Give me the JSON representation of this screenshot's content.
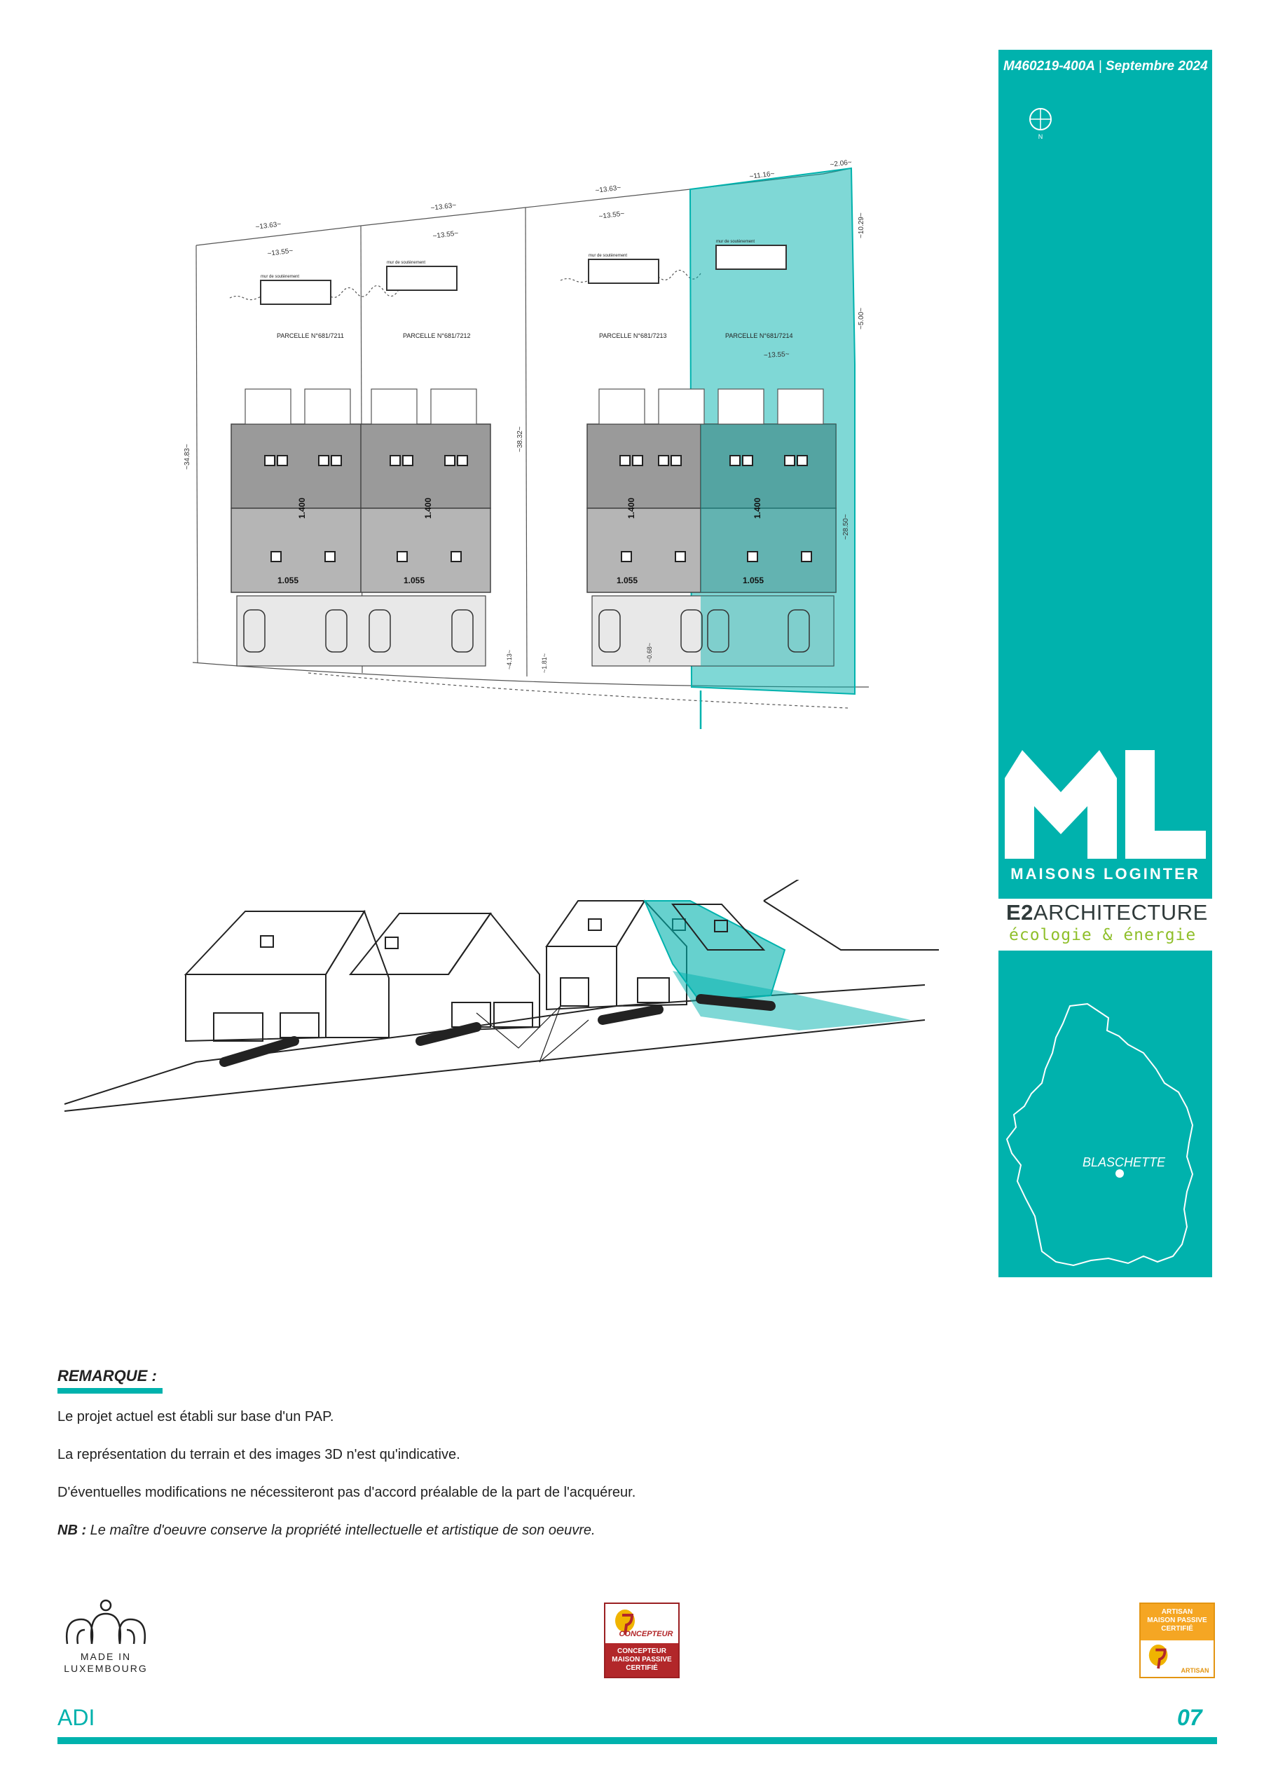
{
  "header": {
    "reference": "M460219-400A",
    "separator": "|",
    "date": "Septembre 2024",
    "compass_label": "N"
  },
  "plan": {
    "parcels": [
      "PARCELLE N°681/7211",
      "PARCELLE N°681/7212",
      "PARCELLE N°681/7213",
      "PARCELLE N°681/7214"
    ],
    "wall_labels": [
      "mur de soutènement",
      "mur de soutènement",
      "mur de soutènement",
      "mur de soutènement"
    ],
    "dimensions_top": [
      "~13.63~",
      "~13.55~",
      "~13.63~",
      "~13.55~",
      "~13.63~",
      "~13.55~",
      "~11.16~",
      "~2.06~"
    ],
    "dimensions_side": [
      "~34.83~",
      "~38.32~",
      "~10.29~",
      "~5.00~",
      "~28.50~"
    ],
    "floor_labels": [
      "1.400",
      "1.400",
      "1.400",
      "1.400",
      "1.055",
      "1.055",
      "1.055",
      "1.055"
    ],
    "bottom_labels": [
      "~4.13~",
      "~1.81~",
      "~0.68~"
    ],
    "highlight_color": "#00b2ad"
  },
  "brand": {
    "name": "MAISONS LOGINTER",
    "e2_prefix": "E2",
    "e2_title": "ARCHITECTURE",
    "e2_subtitle": "écologie & énergie"
  },
  "map": {
    "location": "BLASCHETTE"
  },
  "remarks": {
    "title": "REMARQUE :",
    "lines": [
      "Le projet actuel est établi sur base d'un PAP.",
      "La représentation du terrain et des images 3D n'est qu'indicative.",
      "D'éventuelles modifications ne nécessiteront pas d'accord préalable de la part de l'acquéreur."
    ],
    "nb_label": "NB :",
    "nb_text": "Le maître d'oeuvre conserve la propriété intellectuelle et artistique de son oeuvre."
  },
  "logos": {
    "made_in": "MADE IN",
    "luxembourg": "LUXEMBOURG",
    "concepteur_tag": "CONCEPTEUR",
    "concepteur_lines": [
      "CONCEPTEUR",
      "MAISON PASSIVE",
      "CERTIFIÉ"
    ],
    "artisan_lines": [
      "ARTISAN",
      "MAISON PASSIVE",
      "CERTIFIÉ"
    ],
    "artisan_tag": "ARTISAN"
  },
  "footer": {
    "left": "ADI",
    "page": "07"
  },
  "colors": {
    "accent": "#00b2ad",
    "green": "#8fbf2a",
    "red_badge": "#b2272a",
    "orange_badge": "#f5a623"
  }
}
